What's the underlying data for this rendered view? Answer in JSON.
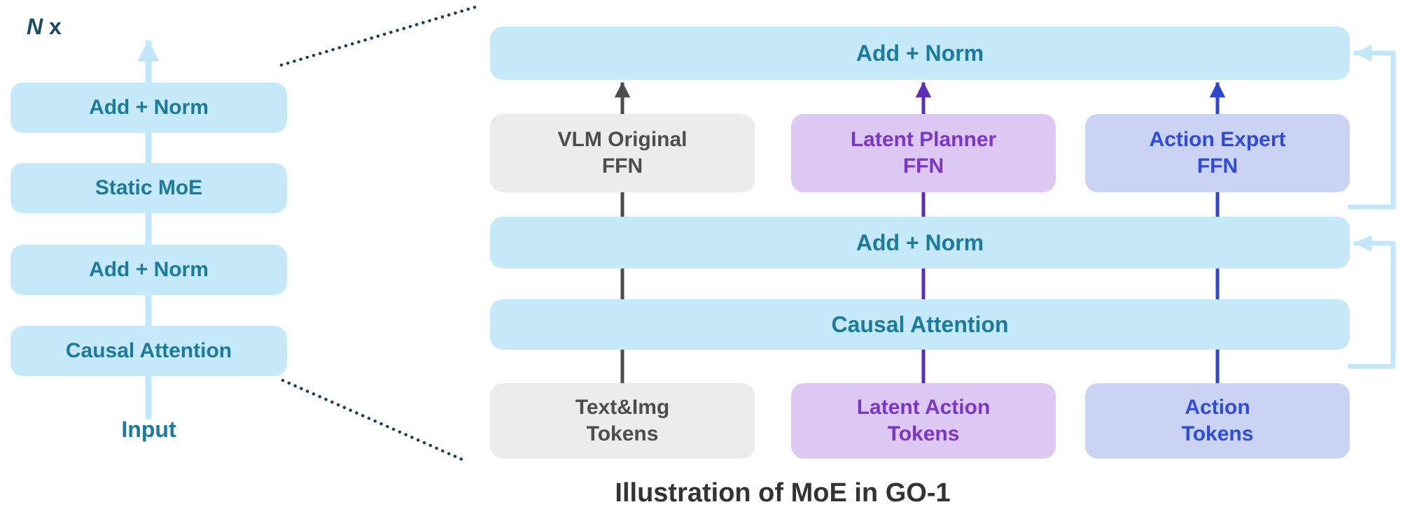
{
  "colors": {
    "box_blue_bg": "#C5E9F8",
    "teal_text": "#1B7A9E",
    "navy_text": "#1C4A66",
    "gray_bg": "#ECECEC",
    "gray_text": "#4D4D4D",
    "purple_bg": "#DDC7F3",
    "purple_text": "#7A36C8",
    "blue_bg": "#CBD3F5",
    "blue_text": "#2F4BDB",
    "arrow_gray": "#4D4D4D",
    "arrow_purple": "#5E2DB8",
    "arrow_blue": "#2F46D0",
    "residual_blue": "#C2E7F8",
    "dotted_line": "#1B3E5F",
    "caption_text": "#333333"
  },
  "left": {
    "repeat_label_italic": "N",
    "repeat_label_rest": " x",
    "boxes": [
      "Add + Norm",
      "Static MoE",
      "Add + Norm",
      "Causal Attention"
    ],
    "input_label": "Input"
  },
  "right": {
    "top_add_norm_label": "Add + Norm",
    "mid_add_norm_label": "Add + Norm",
    "causal_attention_label": "Causal Attention",
    "ffn_boxes": [
      {
        "line1": "VLM Original",
        "line2": "FFN"
      },
      {
        "line1": "Latent Planner",
        "line2": "FFN"
      },
      {
        "line1": "Action Expert",
        "line2": "FFN"
      }
    ],
    "token_boxes": [
      {
        "line1": "Text&Img",
        "line2": "Tokens"
      },
      {
        "line1": "Latent Action",
        "line2": "Tokens"
      },
      {
        "line1": "Action",
        "line2": "Tokens"
      }
    ]
  },
  "caption": "Illustration of MoE in GO-1"
}
